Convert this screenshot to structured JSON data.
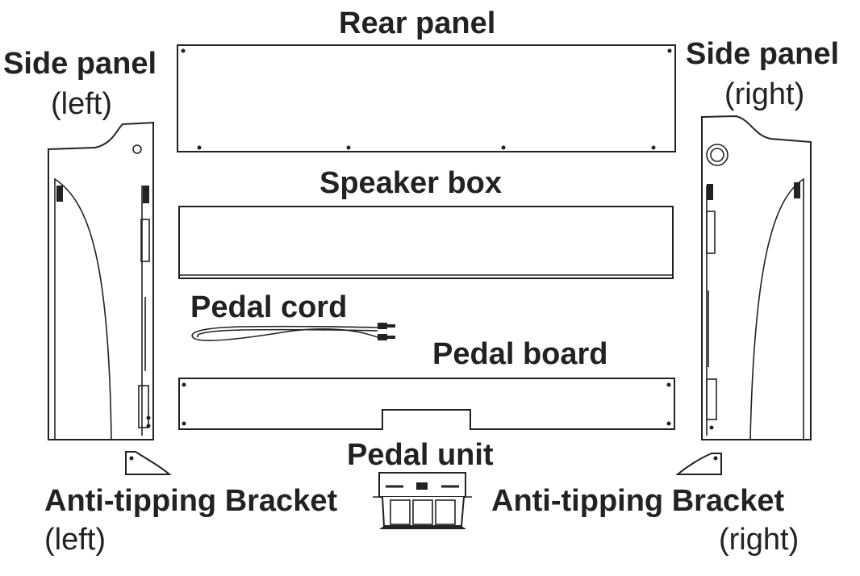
{
  "labels": {
    "rear_panel": "Rear panel",
    "side_left_title": "Side panel",
    "side_left_sub": "(left)",
    "side_right_title": "Side panel",
    "side_right_sub": "(right)",
    "speaker_box": "Speaker box",
    "pedal_cord": "Pedal cord",
    "pedal_board": "Pedal board",
    "pedal_unit": "Pedal unit",
    "bracket_left_title": "Anti-tipping Bracket",
    "bracket_left_sub": "(left)",
    "bracket_right_title": "Anti-tipping Bracket",
    "bracket_right_sub": "(right)"
  },
  "colors": {
    "line": "#222222",
    "background": "#ffffff"
  }
}
